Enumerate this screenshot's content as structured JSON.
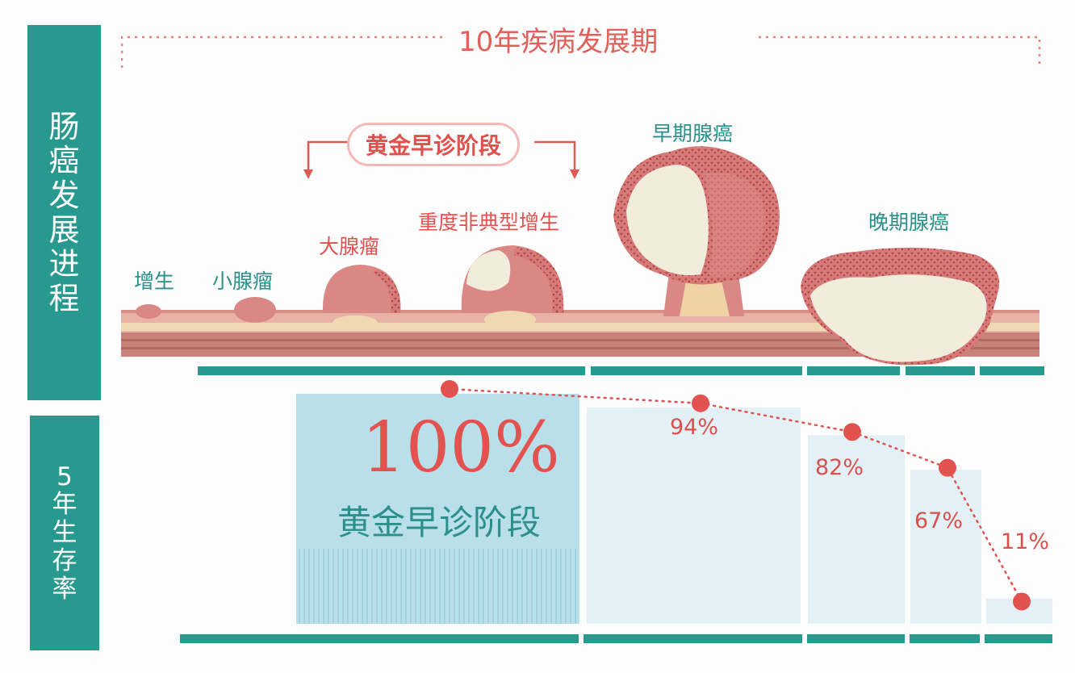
{
  "header": {
    "title": "10年疾病发展期"
  },
  "left_panels": {
    "progress": {
      "label": [
        "肠",
        "癌",
        "发",
        "展",
        "进",
        "程"
      ]
    },
    "survival": {
      "label": [
        "5",
        "年",
        "生",
        "存",
        "率"
      ]
    }
  },
  "golden_window": {
    "label": "黄金早诊阶段"
  },
  "stages": [
    {
      "label": "增生"
    },
    {
      "label": "小腺瘤"
    },
    {
      "label": "大腺瘤"
    },
    {
      "label": "重度非典型增生"
    },
    {
      "label": "早期腺癌"
    },
    {
      "label": "晚期腺癌"
    }
  ],
  "highlight": {
    "value": "100%",
    "caption": "黄金早诊阶段"
  },
  "chart_data": {
    "type": "bar",
    "ylim": [
      0,
      100
    ],
    "series": [
      {
        "values": [
          100,
          94,
          82,
          67,
          11
        ],
        "labels": [
          "100%",
          "94%",
          "82%",
          "67%",
          "11%"
        ]
      }
    ]
  },
  "colors": {
    "teal": "#27998e",
    "coral": "#e2524f",
    "bar_light": "#e3f1f7",
    "bar_highlight": "#b9e0ea"
  }
}
